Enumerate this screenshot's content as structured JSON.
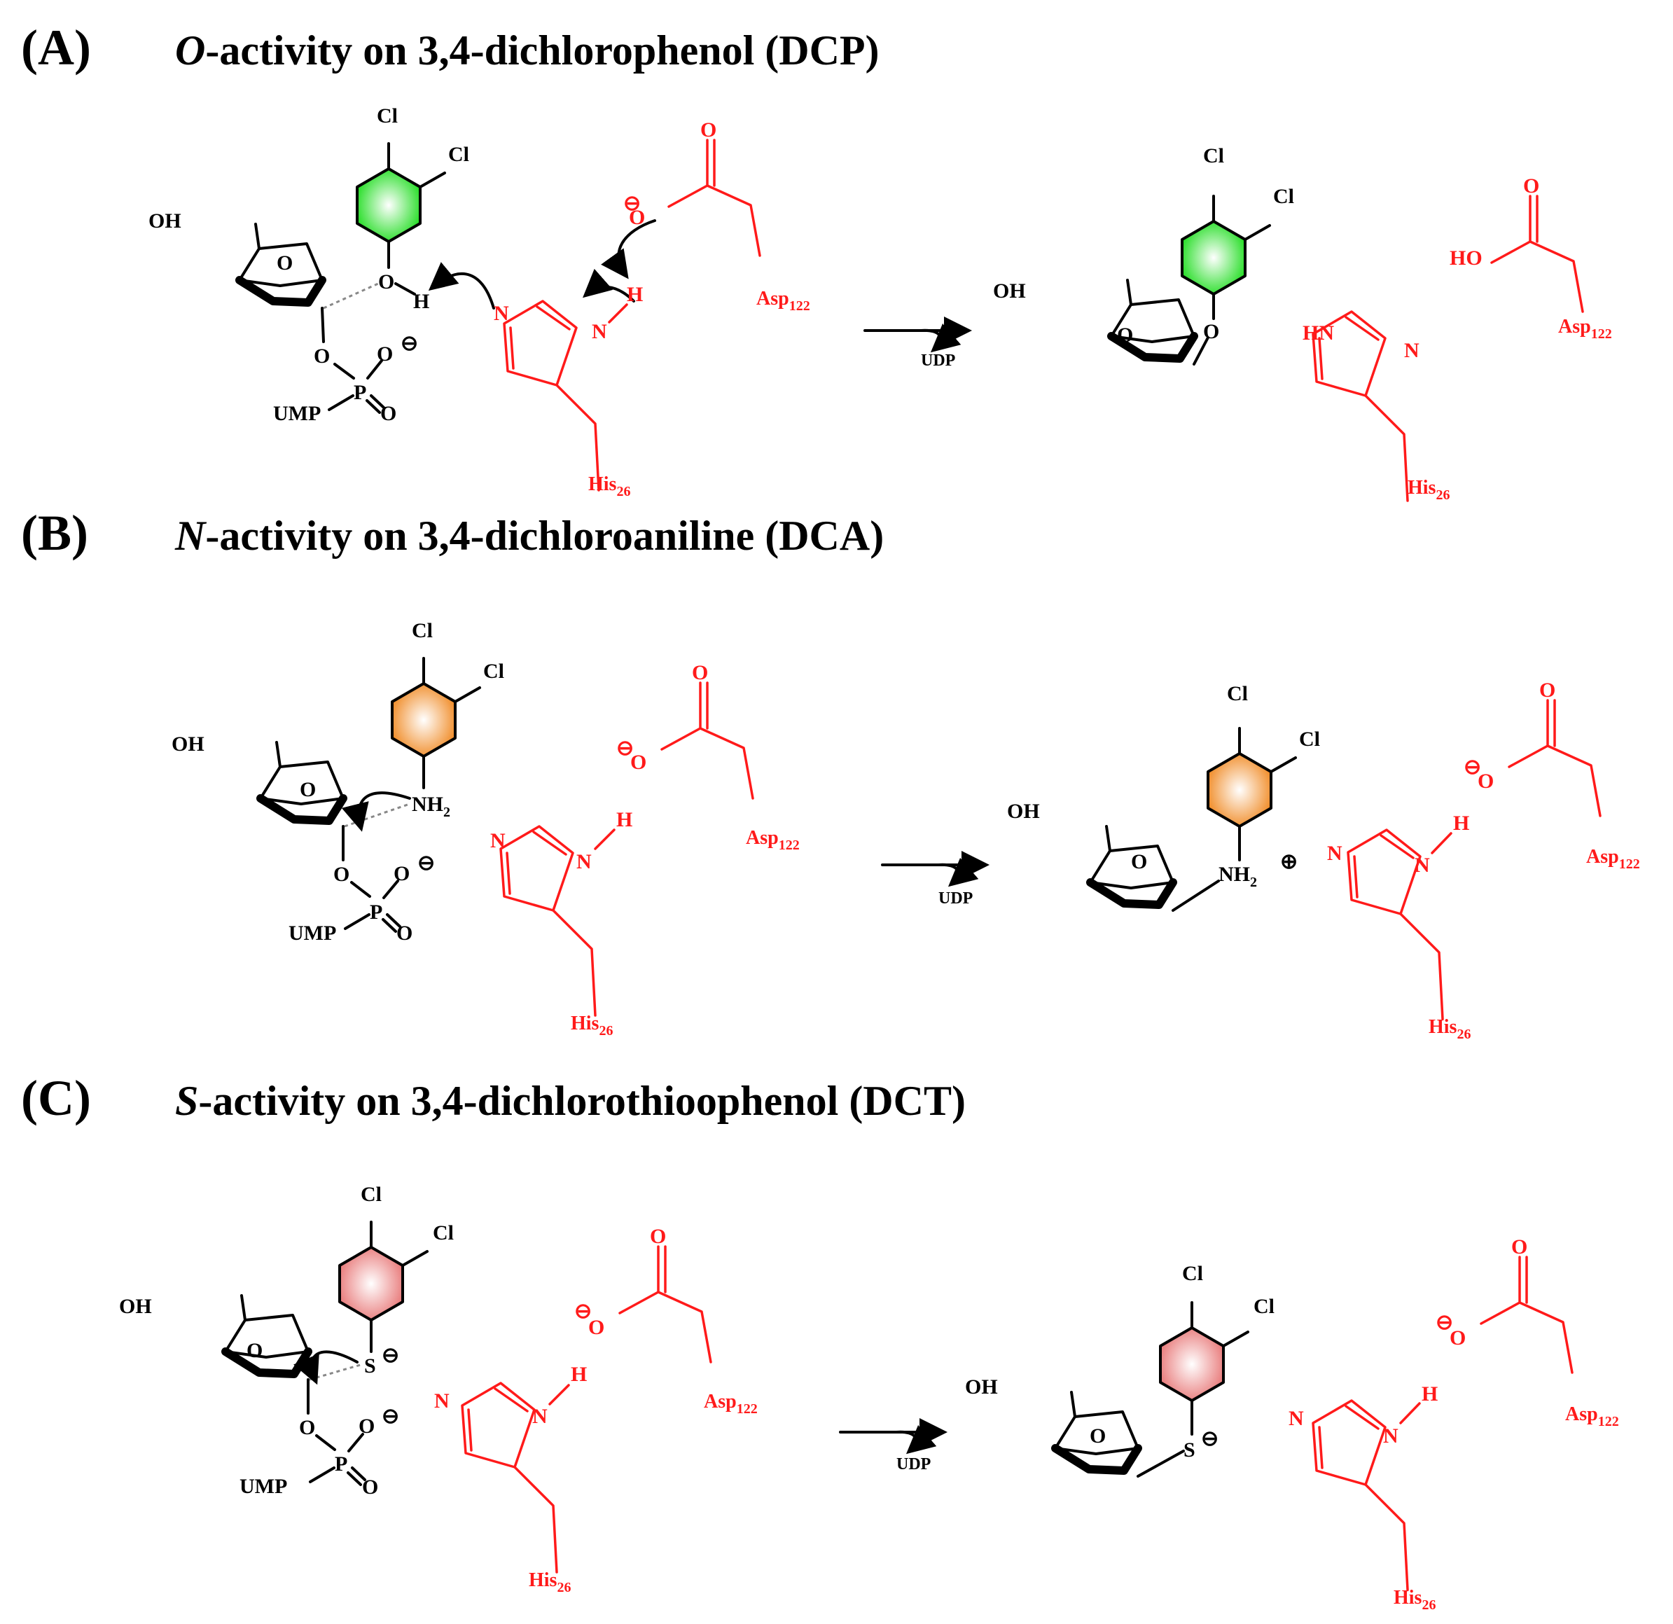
{
  "panels": [
    {
      "tag": "(A)",
      "italic": "O",
      "title": "-activity on 3,4-dichlorophenol (DCP)"
    },
    {
      "tag": "(B)",
      "italic": "N",
      "title": "-activity on 3,4-dichloroaniline (DCA)"
    },
    {
      "tag": "(C)",
      "italic": "S",
      "title": "-activity on 3,4-dichlorothioophenol (DCT)"
    }
  ],
  "labels": {
    "oh": "OH",
    "o": "O",
    "cl": "Cl",
    "h": "H",
    "n": "N",
    "hn": "HN",
    "ho": "HO",
    "p": "P",
    "ump": "UMP",
    "udp": "UDP",
    "nh2": "NH",
    "two": "2",
    "s": "S",
    "asp": "Asp",
    "asp_sub": "122",
    "his": "His",
    "his_sub": "26",
    "minus": "⊖",
    "plus": "⊕"
  },
  "colors": {
    "residue": "#ff1a1a",
    "ring_green": "#22dd22",
    "ring_orange": "#f08a24",
    "ring_pink": "#e87878"
  }
}
